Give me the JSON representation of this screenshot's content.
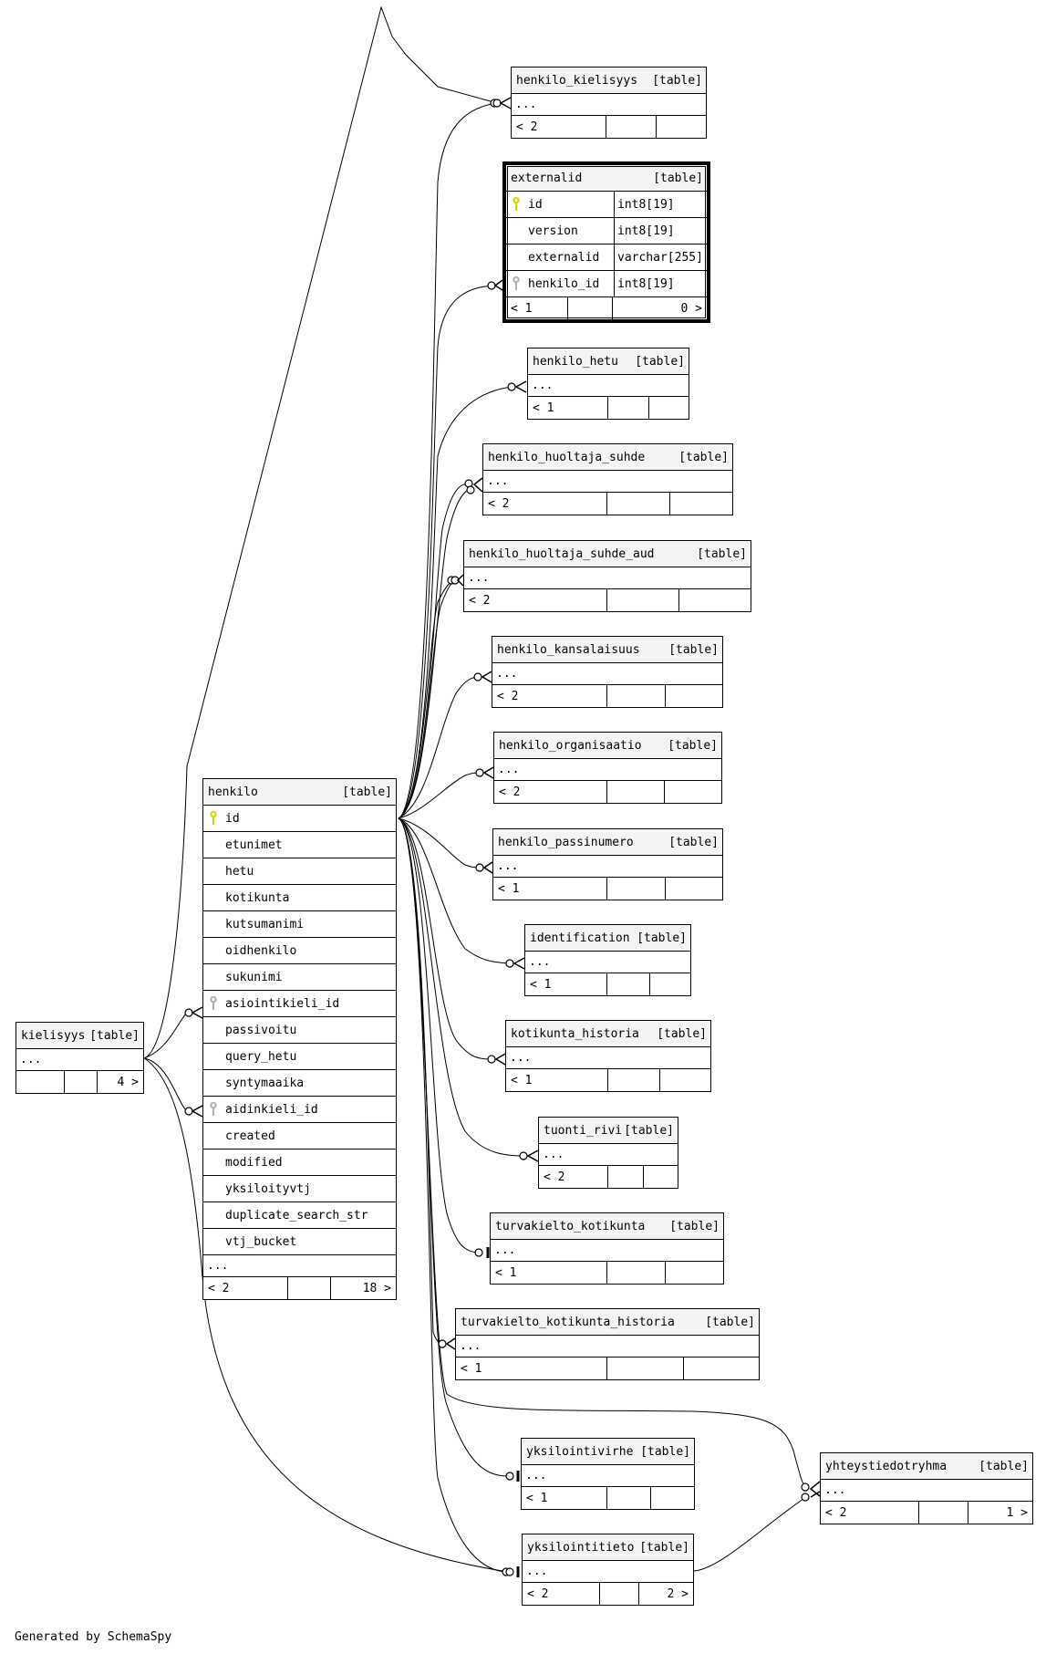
{
  "colors": {
    "pk_key": "#d4d400",
    "fk_key": "#b0b0b0",
    "header_bg": "#f4f4f4",
    "line": "#000000"
  },
  "footer": "Generated by SchemaSpy",
  "table_tag": "[table]",
  "ellipsis": "...",
  "tables": {
    "henkilo_kielisyys": {
      "name": "henkilo_kielisyys",
      "parents": "< 2",
      "children": ""
    },
    "externalid": {
      "name": "externalid",
      "columns": [
        {
          "name": "id",
          "type": "int8[19]",
          "key": "primary"
        },
        {
          "name": "version",
          "type": "int8[19]",
          "key": ""
        },
        {
          "name": "externalid",
          "type": "varchar[255]",
          "key": ""
        },
        {
          "name": "henkilo_id",
          "type": "int8[19]",
          "key": "foreign"
        }
      ],
      "parents": "< 1",
      "rows": "0 >"
    },
    "henkilo_hetu": {
      "name": "henkilo_hetu",
      "parents": "< 1"
    },
    "henkilo_huoltaja_suhde": {
      "name": "henkilo_huoltaja_suhde",
      "parents": "< 2"
    },
    "henkilo_huoltaja_suhde_aud": {
      "name": "henkilo_huoltaja_suhde_aud",
      "parents": "< 2"
    },
    "henkilo_kansalaisuus": {
      "name": "henkilo_kansalaisuus",
      "parents": "< 2"
    },
    "henkilo_organisaatio": {
      "name": "henkilo_organisaatio",
      "parents": "< 2"
    },
    "henkilo_passinumero": {
      "name": "henkilo_passinumero",
      "parents": "< 1"
    },
    "identification": {
      "name": "identification",
      "parents": "< 1"
    },
    "kotikunta_historia": {
      "name": "kotikunta_historia",
      "parents": "< 1"
    },
    "tuonti_rivi": {
      "name": "tuonti_rivi",
      "parents": "< 2"
    },
    "turvakielto_kotikunta": {
      "name": "turvakielto_kotikunta",
      "parents": "< 1"
    },
    "turvakielto_kotikunta_historia": {
      "name": "turvakielto_kotikunta_historia",
      "parents": "< 1"
    },
    "yksilointivirhe": {
      "name": "yksilointivirhe",
      "parents": "< 1"
    },
    "yksilointitieto": {
      "name": "yksilointitieto",
      "parents": "< 2",
      "children": "2 >"
    },
    "yhteystiedotryhma": {
      "name": "yhteystiedotryhma",
      "parents": "< 2",
      "children": "1 >"
    },
    "kielisyys": {
      "name": "kielisyys",
      "children": "4 >"
    },
    "henkilo": {
      "name": "henkilo",
      "columns": [
        {
          "name": "id",
          "key": "primary"
        },
        {
          "name": "etunimet",
          "key": ""
        },
        {
          "name": "hetu",
          "key": ""
        },
        {
          "name": "kotikunta",
          "key": ""
        },
        {
          "name": "kutsumanimi",
          "key": ""
        },
        {
          "name": "oidhenkilo",
          "key": ""
        },
        {
          "name": "sukunimi",
          "key": ""
        },
        {
          "name": "asiointikieli_id",
          "key": "foreign"
        },
        {
          "name": "passivoitu",
          "key": ""
        },
        {
          "name": "query_hetu",
          "key": ""
        },
        {
          "name": "syntymaaika",
          "key": ""
        },
        {
          "name": "aidinkieli_id",
          "key": "foreign"
        },
        {
          "name": "created",
          "key": ""
        },
        {
          "name": "modified",
          "key": ""
        },
        {
          "name": "yksiloityvtj",
          "key": ""
        },
        {
          "name": "duplicate_search_str",
          "key": ""
        },
        {
          "name": "vtj_bucket",
          "key": ""
        }
      ],
      "parents": "< 2",
      "children": "18 >"
    }
  }
}
